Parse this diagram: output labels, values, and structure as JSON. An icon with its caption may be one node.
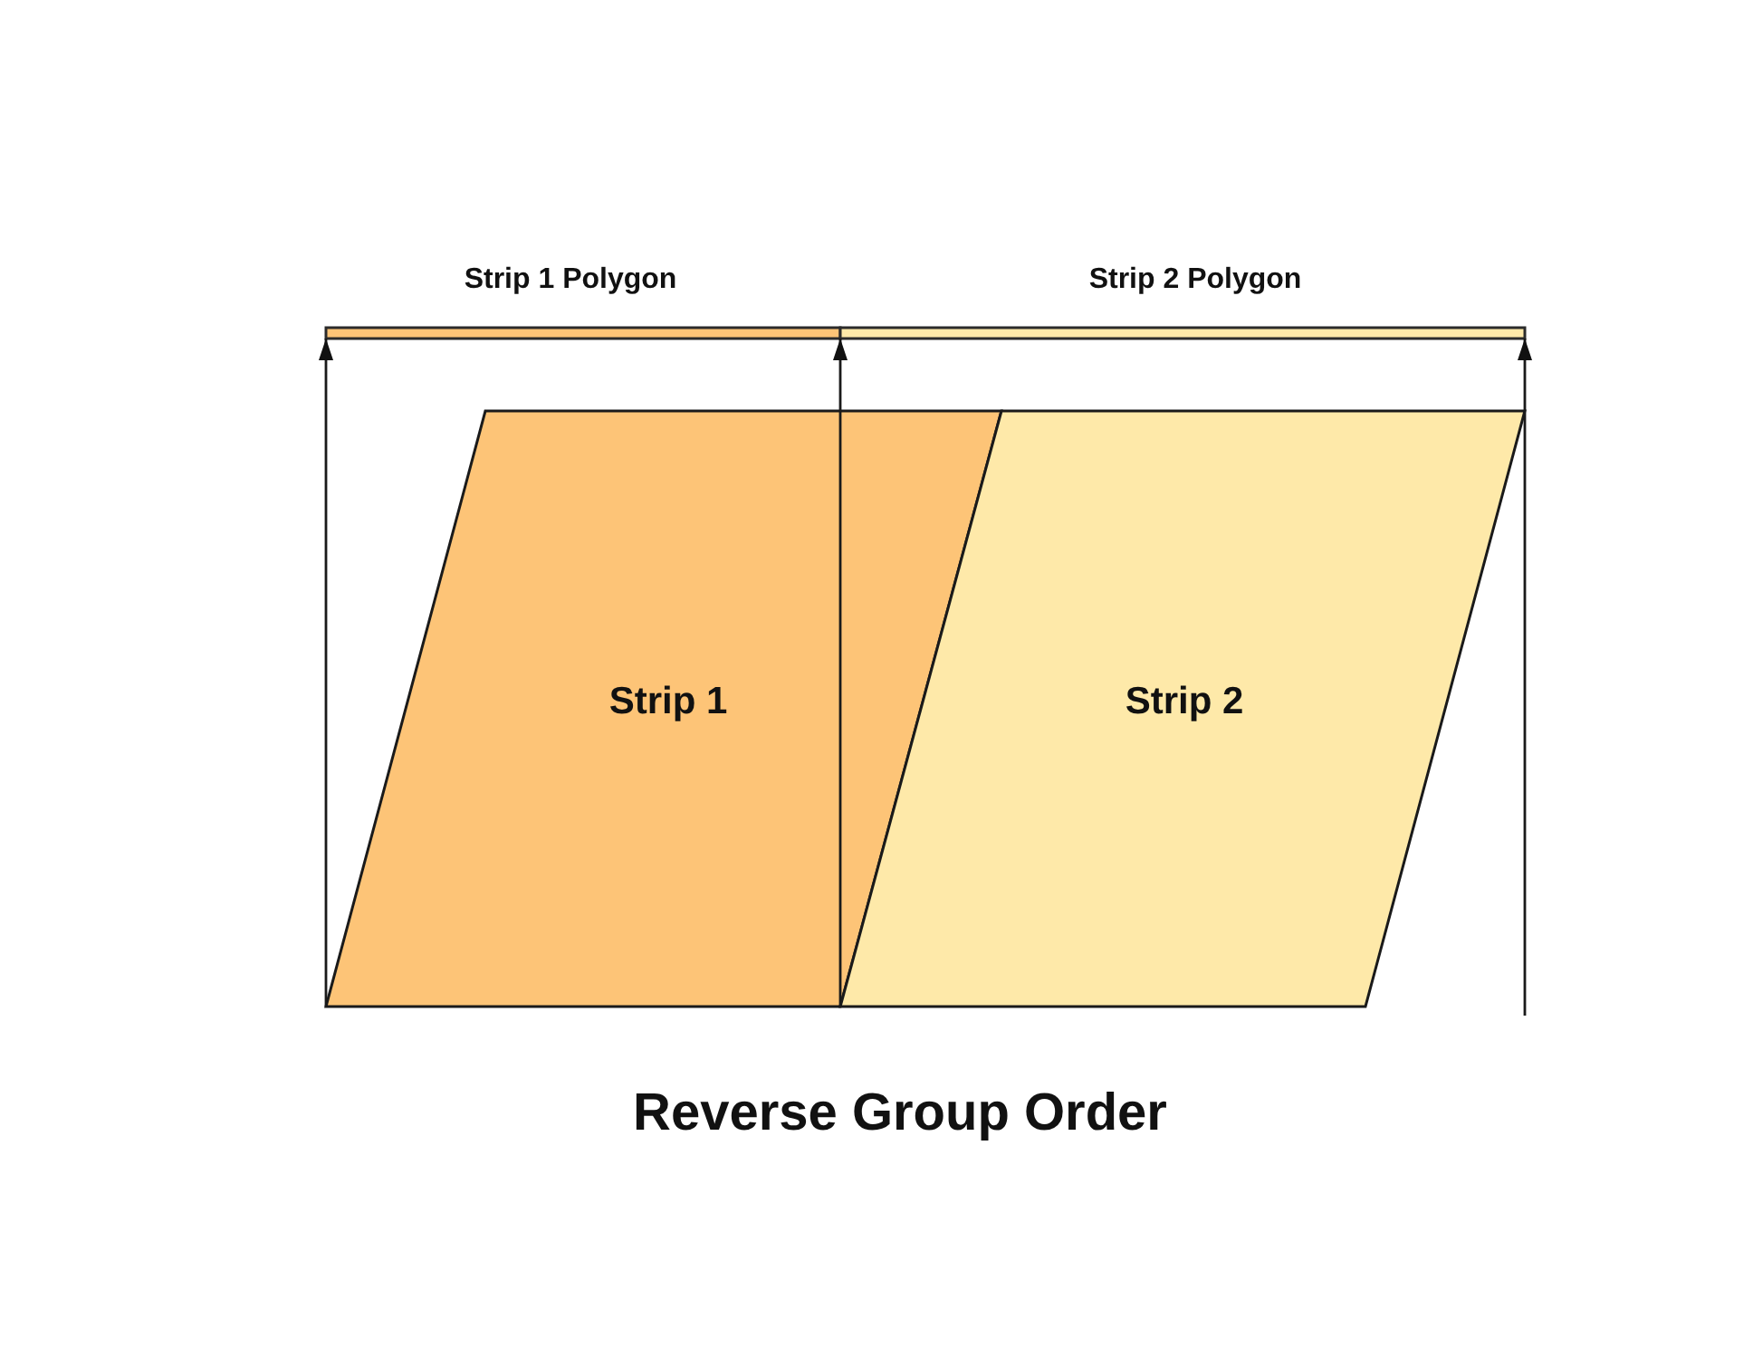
{
  "diagram": {
    "caption": "Reverse Group Order",
    "nodes": [
      {
        "text": [
          "Strip 1 Polygon"
        ]
      },
      {
        "text": [
          "Strip 2 Polygon"
        ]
      },
      {
        "text": [
          "Strip 1"
        ]
      },
      {
        "text": [
          "Strip 2"
        ]
      }
    ],
    "edges": [
      {
        "from": 2,
        "to": 0,
        "arrow": "to"
      },
      {
        "from": 2,
        "to": 0,
        "arrow": "to"
      },
      {
        "from": null,
        "to": 1,
        "arrow": "to"
      }
    ]
  }
}
